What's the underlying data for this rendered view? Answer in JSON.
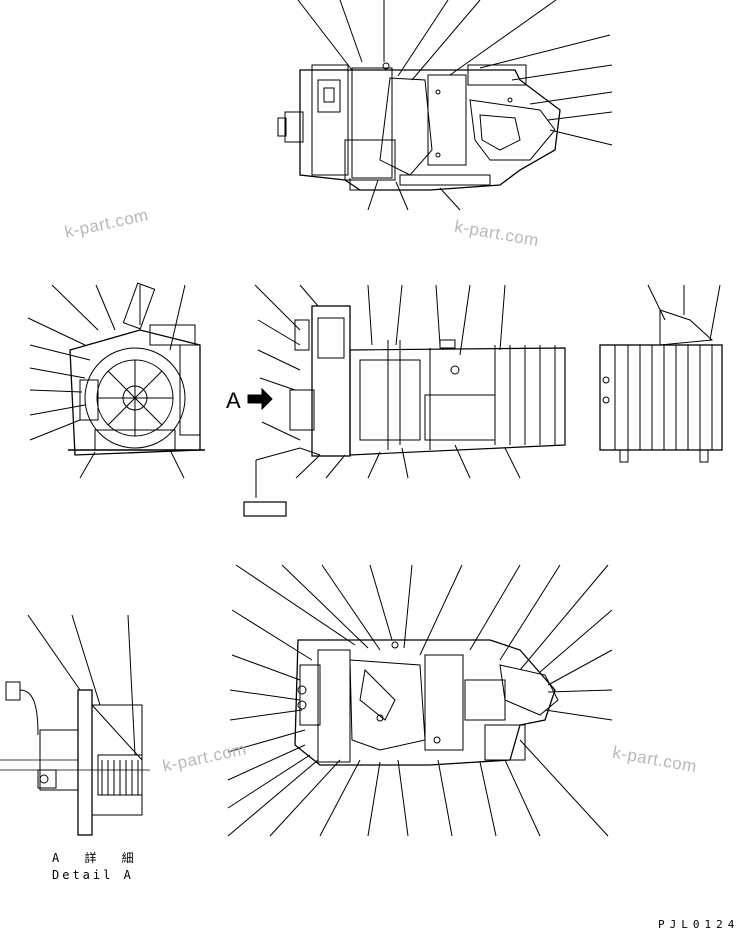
{
  "watermarks": [
    "k-part.com",
    "k-part.com",
    "k-part.com",
    "k-part.com"
  ],
  "view_arrow_label": "A",
  "detail_caption_jp": "A 詳 細",
  "detail_caption_en": "Detail A",
  "drawing_code": "PJL0124",
  "ink_color": "#000000",
  "watermark_color": "#b8b8b8"
}
